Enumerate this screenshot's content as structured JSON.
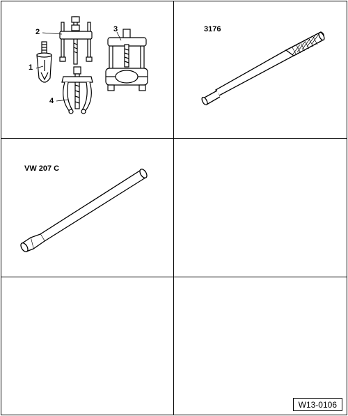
{
  "cells": {
    "tools_group": {
      "callouts": {
        "c1": "1",
        "c2": "2",
        "c3": "3",
        "c4": "4"
      }
    },
    "tool_3176": {
      "label": "3176"
    },
    "tool_vw207c": {
      "label": "VW 207 C"
    }
  },
  "figure_ref": "W13-0106"
}
